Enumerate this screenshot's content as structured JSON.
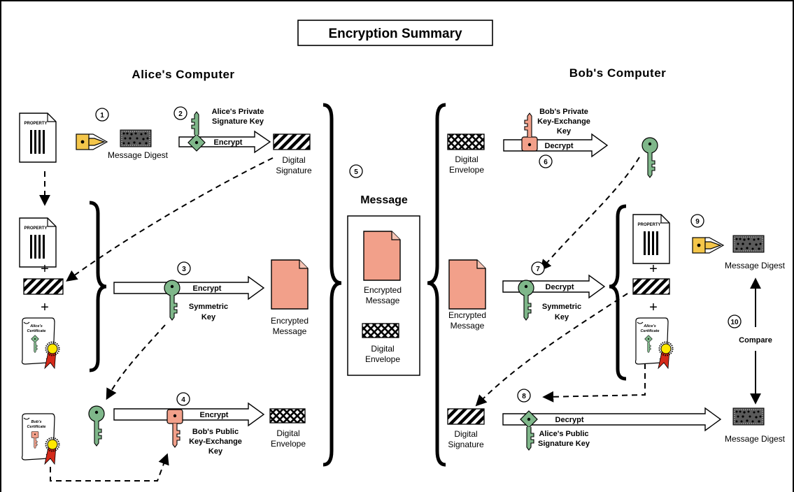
{
  "title": "Encryption Summary",
  "headers": {
    "alice": "Alice's Computer",
    "bob": "Bob's Computer"
  },
  "steps": [
    "1",
    "2",
    "3",
    "4",
    "5",
    "6",
    "7",
    "8",
    "9",
    "10"
  ],
  "doc_label": "PROPERTY",
  "labels": {
    "message_digest": "Message Digest",
    "alice_private_key_1": "Alice's Private",
    "alice_private_key_2": "Signature Key",
    "encrypt": "Encrypt",
    "decrypt": "Decrypt",
    "digital": "Digital",
    "signature": "Signature",
    "envelope": "Envelope",
    "symmetric": "Symmetric",
    "key": "Key",
    "encrypted": "Encrypted",
    "message": "Message",
    "bob_public_key_1": "Bob's Public",
    "key_exchange": "Key-Exchange",
    "bob_private_key_1": "Bob's Private",
    "alice_public_key_1": "Alice's Public",
    "alice_public_key_2": "Signature Key",
    "compare": "Compare"
  },
  "certificates": {
    "alice_1": "Alice's",
    "alice_2": "Certificate",
    "bob_1": "Bob's",
    "bob_2": "Certificate"
  },
  "colors": {
    "green_key": "#7fb78a",
    "salmon": "#f2a08a",
    "hash_yellow": "#f4c64a",
    "ribbon_red": "#d42a1a",
    "seal_yellow": "#ffe800"
  }
}
